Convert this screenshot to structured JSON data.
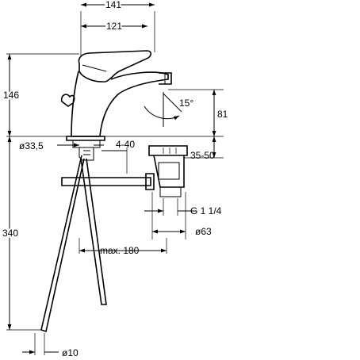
{
  "dimensions": {
    "width_total": "141",
    "width_spout": "121",
    "height_total": "146",
    "angle": "15°",
    "height_outlet": "81",
    "hole_diameter": "ø33,5",
    "deck_thickness": "4-40",
    "waste_range": "35-50",
    "thread": "G 1 1/4",
    "waste_diameter": "ø63",
    "rod_length": "max. 180",
    "height_rods": "340",
    "rod_diameter": "ø10"
  }
}
